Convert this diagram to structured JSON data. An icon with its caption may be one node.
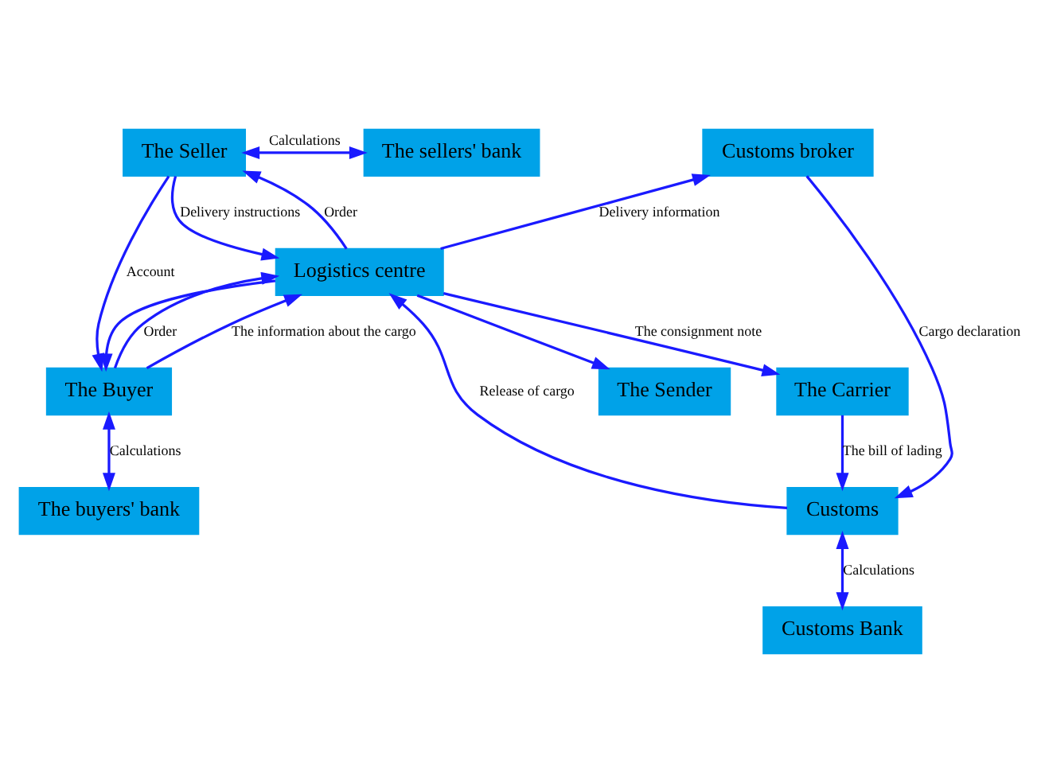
{
  "diagram": {
    "nodes": [
      {
        "text": [
          "The Seller"
        ]
      },
      {
        "text": [
          "The sellers' bank"
        ]
      },
      {
        "text": [
          "Customs broker"
        ]
      },
      {
        "text": [
          "The Sender"
        ]
      },
      {
        "text": [
          "The Carrier"
        ]
      },
      {
        "text": [
          "Logistics centre"
        ]
      },
      {
        "text": [
          "Customs"
        ]
      },
      {
        "text": [
          "The Buyer"
        ]
      },
      {
        "text": [
          "The buyers' bank"
        ]
      },
      {
        "text": [
          "Customs Bank"
        ]
      }
    ],
    "edges": [
      {
        "from": 0,
        "to": 1,
        "arrow": "both",
        "label": "Calculations"
      },
      {
        "from": 0,
        "to": 5,
        "arrow": "to",
        "label": "Delivery instructions"
      },
      {
        "from": 5,
        "to": 0,
        "arrow": "to",
        "label": "Order"
      },
      {
        "from": 0,
        "to": 7,
        "arrow": "to",
        "label": "Account"
      },
      {
        "from": 5,
        "to": 3,
        "arrow": "to"
      },
      {
        "from": 5,
        "to": 2,
        "arrow": "to",
        "label": "Delivery information"
      },
      {
        "from": 5,
        "to": 4,
        "arrow": "to",
        "label": "The consignment note"
      },
      {
        "from": 4,
        "to": 6,
        "arrow": "to",
        "label": "The bill of lading"
      },
      {
        "from": 2,
        "to": 6,
        "arrow": "to",
        "label": "Cargo declaration"
      },
      {
        "from": 6,
        "to": 5,
        "arrow": "to",
        "label": "Release of cargo"
      },
      {
        "from": 7,
        "to": 5,
        "arrow": "to",
        "label": "Order"
      },
      {
        "from": 5,
        "to": 7,
        "arrow": "to"
      },
      {
        "from": 7,
        "to": 5,
        "arrow": "to",
        "label": "The information about the cargo"
      },
      {
        "from": 7,
        "to": 8,
        "arrow": "both",
        "label": "Calculations"
      },
      {
        "from": 6,
        "to": 9,
        "arrow": "both",
        "label": "Calculations"
      }
    ]
  }
}
